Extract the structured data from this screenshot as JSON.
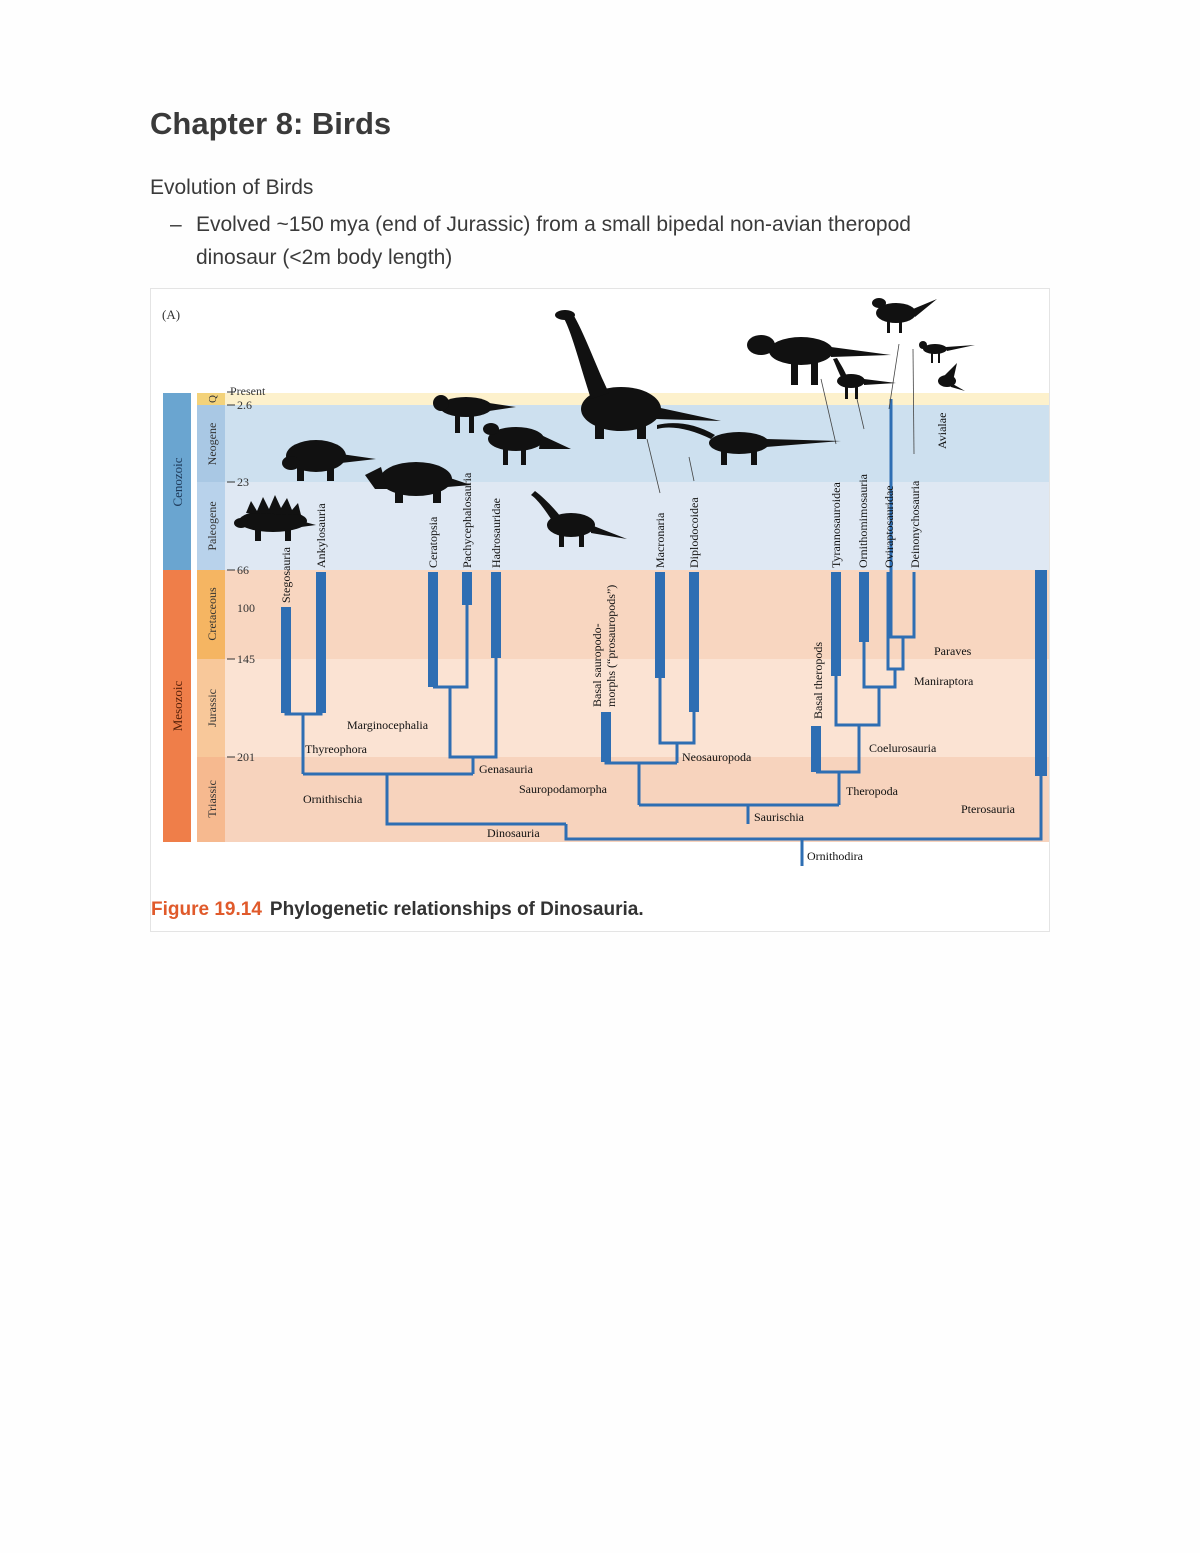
{
  "page": {
    "title": "Chapter 8: Birds",
    "section": "Evolution of Birds",
    "bullet_dash": "–",
    "bullet": "Evolved ~150 mya (end of Jurassic) from a small bipedal non-avian theropod dinosaur (<2m body length)"
  },
  "figure": {
    "panel": "(A)",
    "caption_number": "Figure 19.14",
    "caption_text": "Phylogenetic relationships of Dinosauria.",
    "eras": [
      "Cenozoic",
      "Mesozoic"
    ],
    "periods": [
      "Q",
      "Neogene",
      "Paleogene",
      "Cretaceous",
      "Jurassic",
      "Triassic"
    ],
    "ages": [
      "Present",
      "2.6",
      "23",
      "66",
      "100",
      "145",
      "201"
    ],
    "taxa": [
      "Stegosauria",
      "Ankylosauria",
      "Ceratopsia",
      "Pachycephalosauria",
      "Hadrosauridae",
      "Basal sauropodo-",
      "morphs (“prosauropods”)",
      "Macronaria",
      "Diplodocoidea",
      "Basal theropods",
      "Tyrannosauroidea",
      "Ornithomimosauria",
      "Oviraptosauridae",
      "Deinonychosauria",
      "Avialae"
    ],
    "clades": [
      "Thyreophora",
      "Marginocephalia",
      "Genasauria",
      "Ornithischia",
      "Sauropodamorpha",
      "Neosauropoda",
      "Saurischia",
      "Dinosauria",
      "Paraves",
      "Maniraptora",
      "Coelurosauria",
      "Theropoda",
      "Pterosauria",
      "Ornithodira"
    ],
    "colors": {
      "cenozoic": "#6aa5d0",
      "mesozoic": "#ef7e49",
      "q": "#fdf1cc",
      "neogene": "#cde0ef",
      "paleogene": "#dfe8f3",
      "cretaceous": "#f8d6c0",
      "jurassic": "#fbe3d3",
      "triassic": "#f7d3bd",
      "branch": "#2e6eb3",
      "silhouette": "#111111"
    }
  }
}
